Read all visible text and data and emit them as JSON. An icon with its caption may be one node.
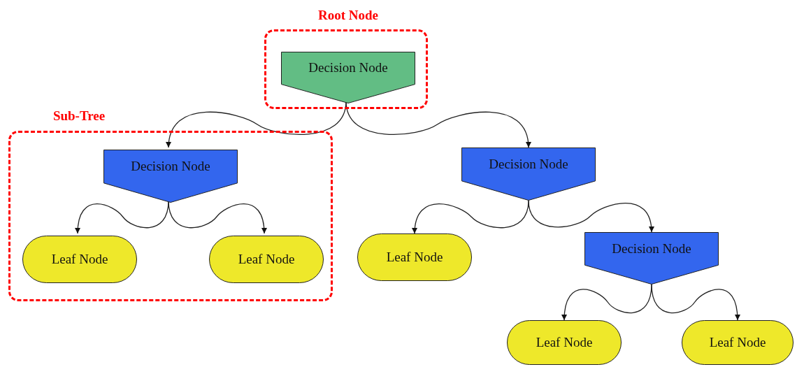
{
  "diagram": {
    "nodes": [
      {
        "text": [
          "Root Node"
        ]
      },
      {
        "text": [
          "Decision Node"
        ],
        "in": 0
      },
      {
        "text": [
          "Sub-Tree"
        ]
      },
      {
        "text": [
          "Decision Node"
        ],
        "in": 2
      },
      {
        "text": [
          "Leaf Node"
        ],
        "in": 2
      },
      {
        "text": [
          "Leaf Node"
        ],
        "in": 2
      },
      {
        "text": [
          "Decision Node"
        ]
      },
      {
        "text": [
          "Leaf Node"
        ]
      },
      {
        "text": [
          "Decision Node"
        ]
      },
      {
        "text": [
          "Leaf Node"
        ]
      },
      {
        "text": [
          "Leaf Node"
        ]
      }
    ],
    "edges": [
      {
        "from": 1,
        "to": 3,
        "arrow": "to"
      },
      {
        "from": 1,
        "to": 6,
        "arrow": "to"
      },
      {
        "from": 3,
        "to": 4,
        "arrow": "to"
      },
      {
        "from": 3,
        "to": 5,
        "arrow": "to"
      },
      {
        "from": 6,
        "to": 7,
        "arrow": "to"
      },
      {
        "from": 6,
        "to": 8,
        "arrow": "to"
      },
      {
        "from": 8,
        "to": 9,
        "arrow": "to"
      },
      {
        "from": 8,
        "to": 10,
        "arrow": "to"
      }
    ]
  }
}
